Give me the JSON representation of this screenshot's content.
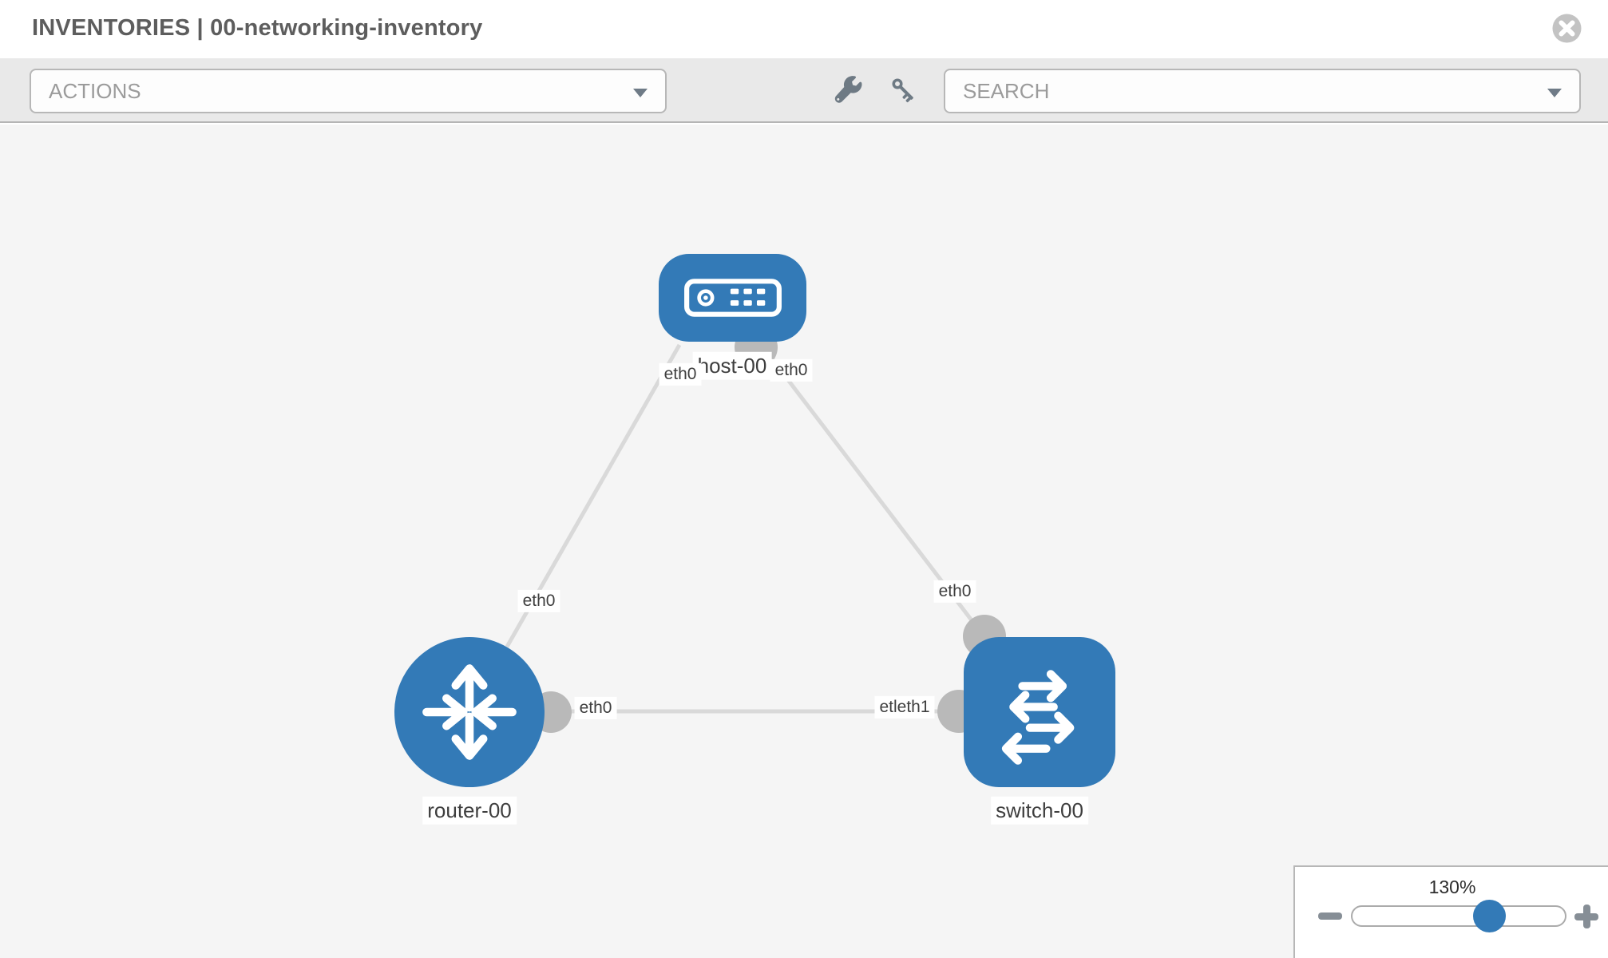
{
  "header": {
    "title": "INVENTORIES | 00-networking-inventory"
  },
  "toolbar": {
    "actions_dropdown": {
      "label": "ACTIONS"
    },
    "search_dropdown": {
      "placeholder": "SEARCH"
    },
    "icons": [
      "wrench-icon",
      "key-icon"
    ]
  },
  "topology": {
    "nodes": [
      {
        "name": "host-00",
        "type": "host",
        "shape": "rounded-rect",
        "color": "#337ab7"
      },
      {
        "name": "router-00",
        "type": "router",
        "shape": "circle",
        "color": "#337ab7"
      },
      {
        "name": "switch-00",
        "type": "switch",
        "shape": "rounded-square",
        "color": "#337ab7"
      }
    ],
    "links": [
      {
        "from": "host-00",
        "to": "router-00"
      },
      {
        "from": "host-00",
        "to": "switch-00"
      },
      {
        "from": "router-00",
        "to": "switch-00"
      }
    ],
    "port_labels": [
      {
        "text": "eth0"
      },
      {
        "text": "eth0"
      },
      {
        "text": "eth0"
      },
      {
        "text": "eth0"
      },
      {
        "text": "eth0"
      },
      {
        "text": "etleth1"
      }
    ]
  },
  "zoom_control": {
    "level": "130%",
    "icons": [
      "minus-icon",
      "plus-icon"
    ]
  },
  "colors": {
    "accent_blue": "#337ab7",
    "link_gray": "#d9d9d9",
    "interface_gray": "#b9b9b9",
    "toolbar_gray": "#e9e9e9",
    "canvas_gray": "#f5f5f5"
  }
}
